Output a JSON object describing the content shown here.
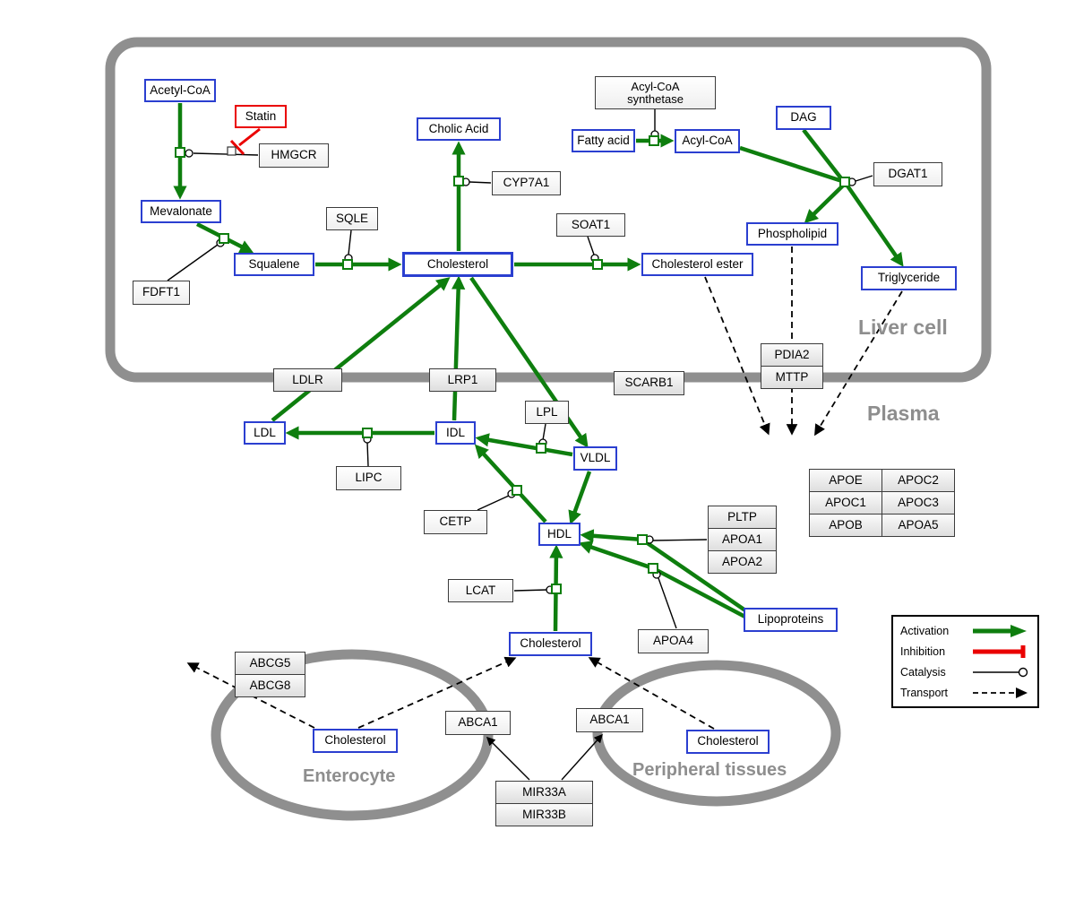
{
  "compartments": {
    "liver": "Liver cell",
    "plasma": "Plasma",
    "enterocyte": "Enterocyte",
    "peripheral": "Peripheral tissues"
  },
  "nodes": {
    "acetyl_coa": "Acetyl-CoA",
    "statin": "Statin",
    "hmgcr": "HMGCR",
    "mevalonate": "Mevalonate",
    "fdft1": "FDFT1",
    "squalene": "Squalene",
    "sqle": "SQLE",
    "cholic_acid": "Cholic Acid",
    "cyp7a1": "CYP7A1",
    "cholesterol_liver": "Cholesterol",
    "soat1": "SOAT1",
    "cholesterol_ester": "Cholesterol ester",
    "acyl_coa_synthetase_l1": "Acyl-CoA",
    "acyl_coa_synthetase_l2": "synthetase",
    "fatty_acid": "Fatty acid",
    "acyl_coa": "Acyl-CoA",
    "dag": "DAG",
    "dgat1": "DGAT1",
    "phospholipid": "Phospholipid",
    "triglyceride": "Triglyceride",
    "pdia2": "PDIA2",
    "mttp": "MTTP",
    "ldlr": "LDLR",
    "lrp1": "LRP1",
    "scarb1": "SCARB1",
    "ldl": "LDL",
    "idl": "IDL",
    "lpl": "LPL",
    "vldl": "VLDL",
    "lipc": "LIPC",
    "cetp": "CETP",
    "hdl": "HDL",
    "pltp": "PLTP",
    "apoa1": "APOA1",
    "apoa2": "APOA2",
    "lcat": "LCAT",
    "apoa4": "APOA4",
    "lipoproteins": "Lipoproteins",
    "cholesterol_plasma": "Cholesterol",
    "abcg5": "ABCG5",
    "abcg8": "ABCG8",
    "cholesterol_enterocyte": "Cholesterol",
    "abca1_enterocyte": "ABCA1",
    "abca1_peripheral": "ABCA1",
    "cholesterol_peripheral": "Cholesterol",
    "mir33a": "MIR33A",
    "mir33b": "MIR33B"
  },
  "apo_table": {
    "rows": [
      [
        "APOE",
        "APOC2"
      ],
      [
        "APOC1",
        "APOC3"
      ],
      [
        "APOB",
        "APOA5"
      ]
    ]
  },
  "legend": {
    "activation": "Activation",
    "inhibition": "Inhibition",
    "catalysis": "Catalysis",
    "transport": "Transport"
  },
  "colors": {
    "activation_green": "#0e7e0e",
    "inhibition_red": "#ea0000",
    "metabolite_border_blue": "#2b3fd0",
    "compartment_gray": "#8e8e8e"
  }
}
